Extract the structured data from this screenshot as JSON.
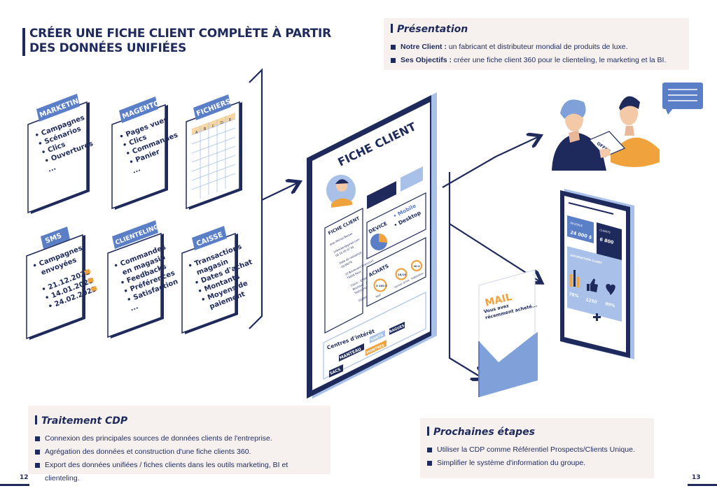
{
  "title": "CRÉER UNE FICHE CLIENT COMPLÈTE À PARTIR DES DONNÉES UNIFIÉES",
  "presentation": {
    "heading": "Présentation",
    "items": [
      {
        "label": "Notre Client :",
        "text": " un fabricant et distributeur mondial de produits de luxe."
      },
      {
        "label": "Ses Objectifs :",
        "text": " créer une fiche client 360 pour le clienteling, le marketing et la BI."
      }
    ]
  },
  "sources": [
    {
      "tab": "MARKETING",
      "items": [
        "• Campagnes",
        "• Scénarios",
        "• Clics",
        "• Ouvertures",
        "..."
      ]
    },
    {
      "tab": "MAGENTO",
      "items": [
        "• Pages vues",
        "• Clics",
        "• Commandes",
        "• Panier",
        "..."
      ]
    },
    {
      "tab": "FICHIERS",
      "cols": [
        "A",
        "B",
        "C",
        "D",
        "E"
      ]
    },
    {
      "tab": "SMS",
      "items": [
        "• Campagnes",
        "envoyées",
        "• 21.12.2022",
        "• 14.01.2023",
        "• 24.02.2023"
      ]
    },
    {
      "tab": "CLIENTELING",
      "items": [
        "• Commandes",
        "en magasin",
        "• Feedbacks",
        "• Préférences",
        "• Satisfaction",
        "..."
      ]
    },
    {
      "tab": "CAISSE",
      "items": [
        "• Transactions",
        "magasin",
        "• Dates d'achat",
        "• Montants",
        "• Moyens de",
        "paiement"
      ]
    }
  ],
  "fiche": {
    "title": "FICHE CLIENT",
    "card_title": "FICHE CLIENT",
    "card_lines": [
      "Jean-Michel Becker",
      "jmbecker@gmail.com",
      "06 15 45 37 55",
      "Date de naissance",
      "02/06/76",
      "23 Boulevard Brancourt",
      "75008 Paris",
      "Client : 2456658",
      "Boutique : 200 000 €",
      "Statut mobile : Oui",
      "Consentement : e-mail"
    ],
    "device_label": "DEVICE",
    "device_items": [
      "• Mobile",
      "• Desktop"
    ],
    "achats_label": "ACHATS",
    "achats_values": [
      "3 100 €",
      "18/10",
      "Hi-2"
    ],
    "achats_captions": [
      "Total",
      "Dernier achat",
      "Fidélisation"
    ],
    "interets_label": "Centres d'intérêt",
    "tags": [
      "MANTEAU",
      "GANTS",
      "BAGUES",
      "MONTRES",
      "SACS"
    ]
  },
  "offre_label": "OFFRE",
  "mail": {
    "title": "MAIL",
    "text": "Vous avez récemment acheté..."
  },
  "dashboard": {
    "kpi1_label": "REVENUS",
    "kpi1_value": "24 000 $",
    "kpi2_label": "CLIENTS",
    "kpi2_value": "6 800",
    "section_label": "SATISFACTION CLIENT",
    "stats": [
      "78%",
      "1250",
      "99%"
    ]
  },
  "traitement": {
    "heading": "Traitement CDP",
    "items": [
      "Connexion des principales sources de données clients de l'entreprise.",
      "Agrégation des données et construction d'une fiche clients 360.",
      "Export des données unifiées / fiches clients dans les outils marketing, BI et clienteling."
    ]
  },
  "etapes": {
    "heading": "Prochaines étapes",
    "items": [
      "Utiliser la CDP comme Référentiel Prospects/Clients Unique.",
      "Simplifier le système d'information du groupe."
    ]
  },
  "page_left": "12",
  "page_right": "13",
  "colors": {
    "navy": "#1f2a5c",
    "blue": "#5b7fc7",
    "light_blue": "#a9c1e8",
    "orange": "#f0a23c",
    "beige": "#f6f1ee"
  }
}
